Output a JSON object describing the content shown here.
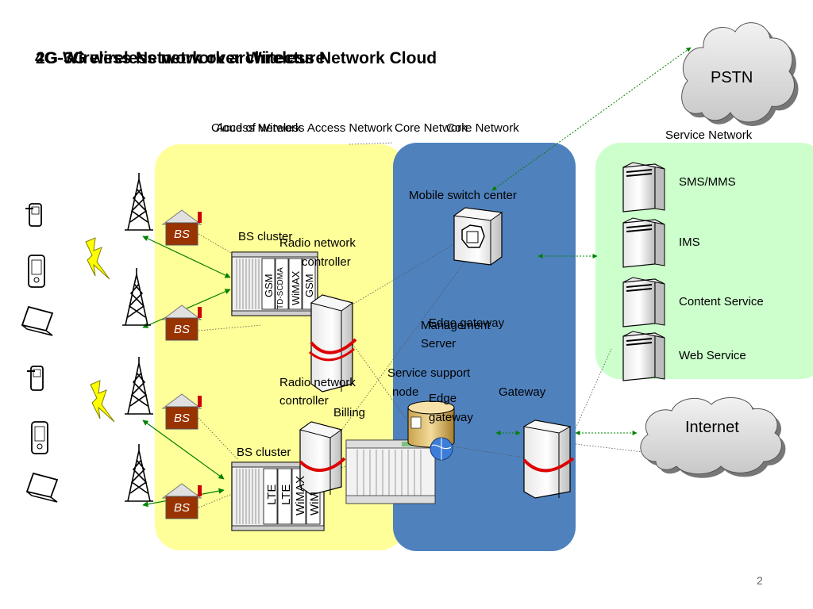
{
  "title": {
    "line_a": "2G-3G wireless network architecture",
    "line_b": "4G-Wireless Network over Wireless Network Cloud"
  },
  "regions": {
    "access_a": "Access Network",
    "access_b": "Cloud of Wireless Access Network",
    "core_a": "Core Network",
    "core_b": "Core Network",
    "service": "Service Network"
  },
  "clouds": {
    "pstn": "PSTN",
    "internet": "Internet"
  },
  "bs_label": "BS",
  "bs_cluster_1": {
    "label": "BS cluster",
    "cards": [
      "GSM",
      "TD-SCDMA",
      "WiMAX",
      "GSM"
    ]
  },
  "bs_cluster_2": {
    "label": "BS cluster",
    "cards": [
      "LTE",
      "LTE",
      "WiMAX",
      "WiM"
    ]
  },
  "rnc_1": {
    "line1": "Radio network",
    "line2": "controller"
  },
  "rnc_2": {
    "line1": "Radio network",
    "line2": "controller"
  },
  "core": {
    "msc": "Mobile switch center",
    "mgmt_1": "Management",
    "mgmt_2": "Server",
    "edge_1": "Edge gateway",
    "ssn_1": "Service support",
    "ssn_2": "node",
    "edge_2a": "Edge",
    "edge_2b": "gateway",
    "billing": "Billing",
    "gateway": "Gateway"
  },
  "services": [
    "SMS/MMS",
    "IMS",
    "Content Service",
    "Web Service"
  ],
  "page_number": "2",
  "colors": {
    "access": "#ffff99",
    "core": "#4f81bd",
    "service": "#ccffcc",
    "bs_house": "#993300",
    "link": "#008000",
    "bolt": "#ffff00"
  },
  "icons": [
    "phone-icon",
    "pda-icon",
    "laptop-icon",
    "tower-icon",
    "lightning-icon",
    "house-icon",
    "server-icon",
    "rack-icon",
    "switch-icon",
    "cloud-icon"
  ]
}
